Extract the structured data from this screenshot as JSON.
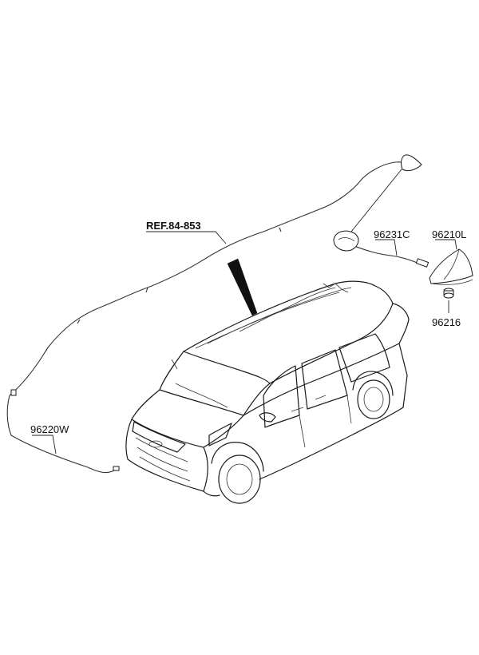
{
  "diagram": {
    "labels": {
      "ref": "REF.84-853",
      "cable_roof": "96231C",
      "antenna": "96210L",
      "nut": "96216",
      "cable_main": "96220W"
    }
  }
}
